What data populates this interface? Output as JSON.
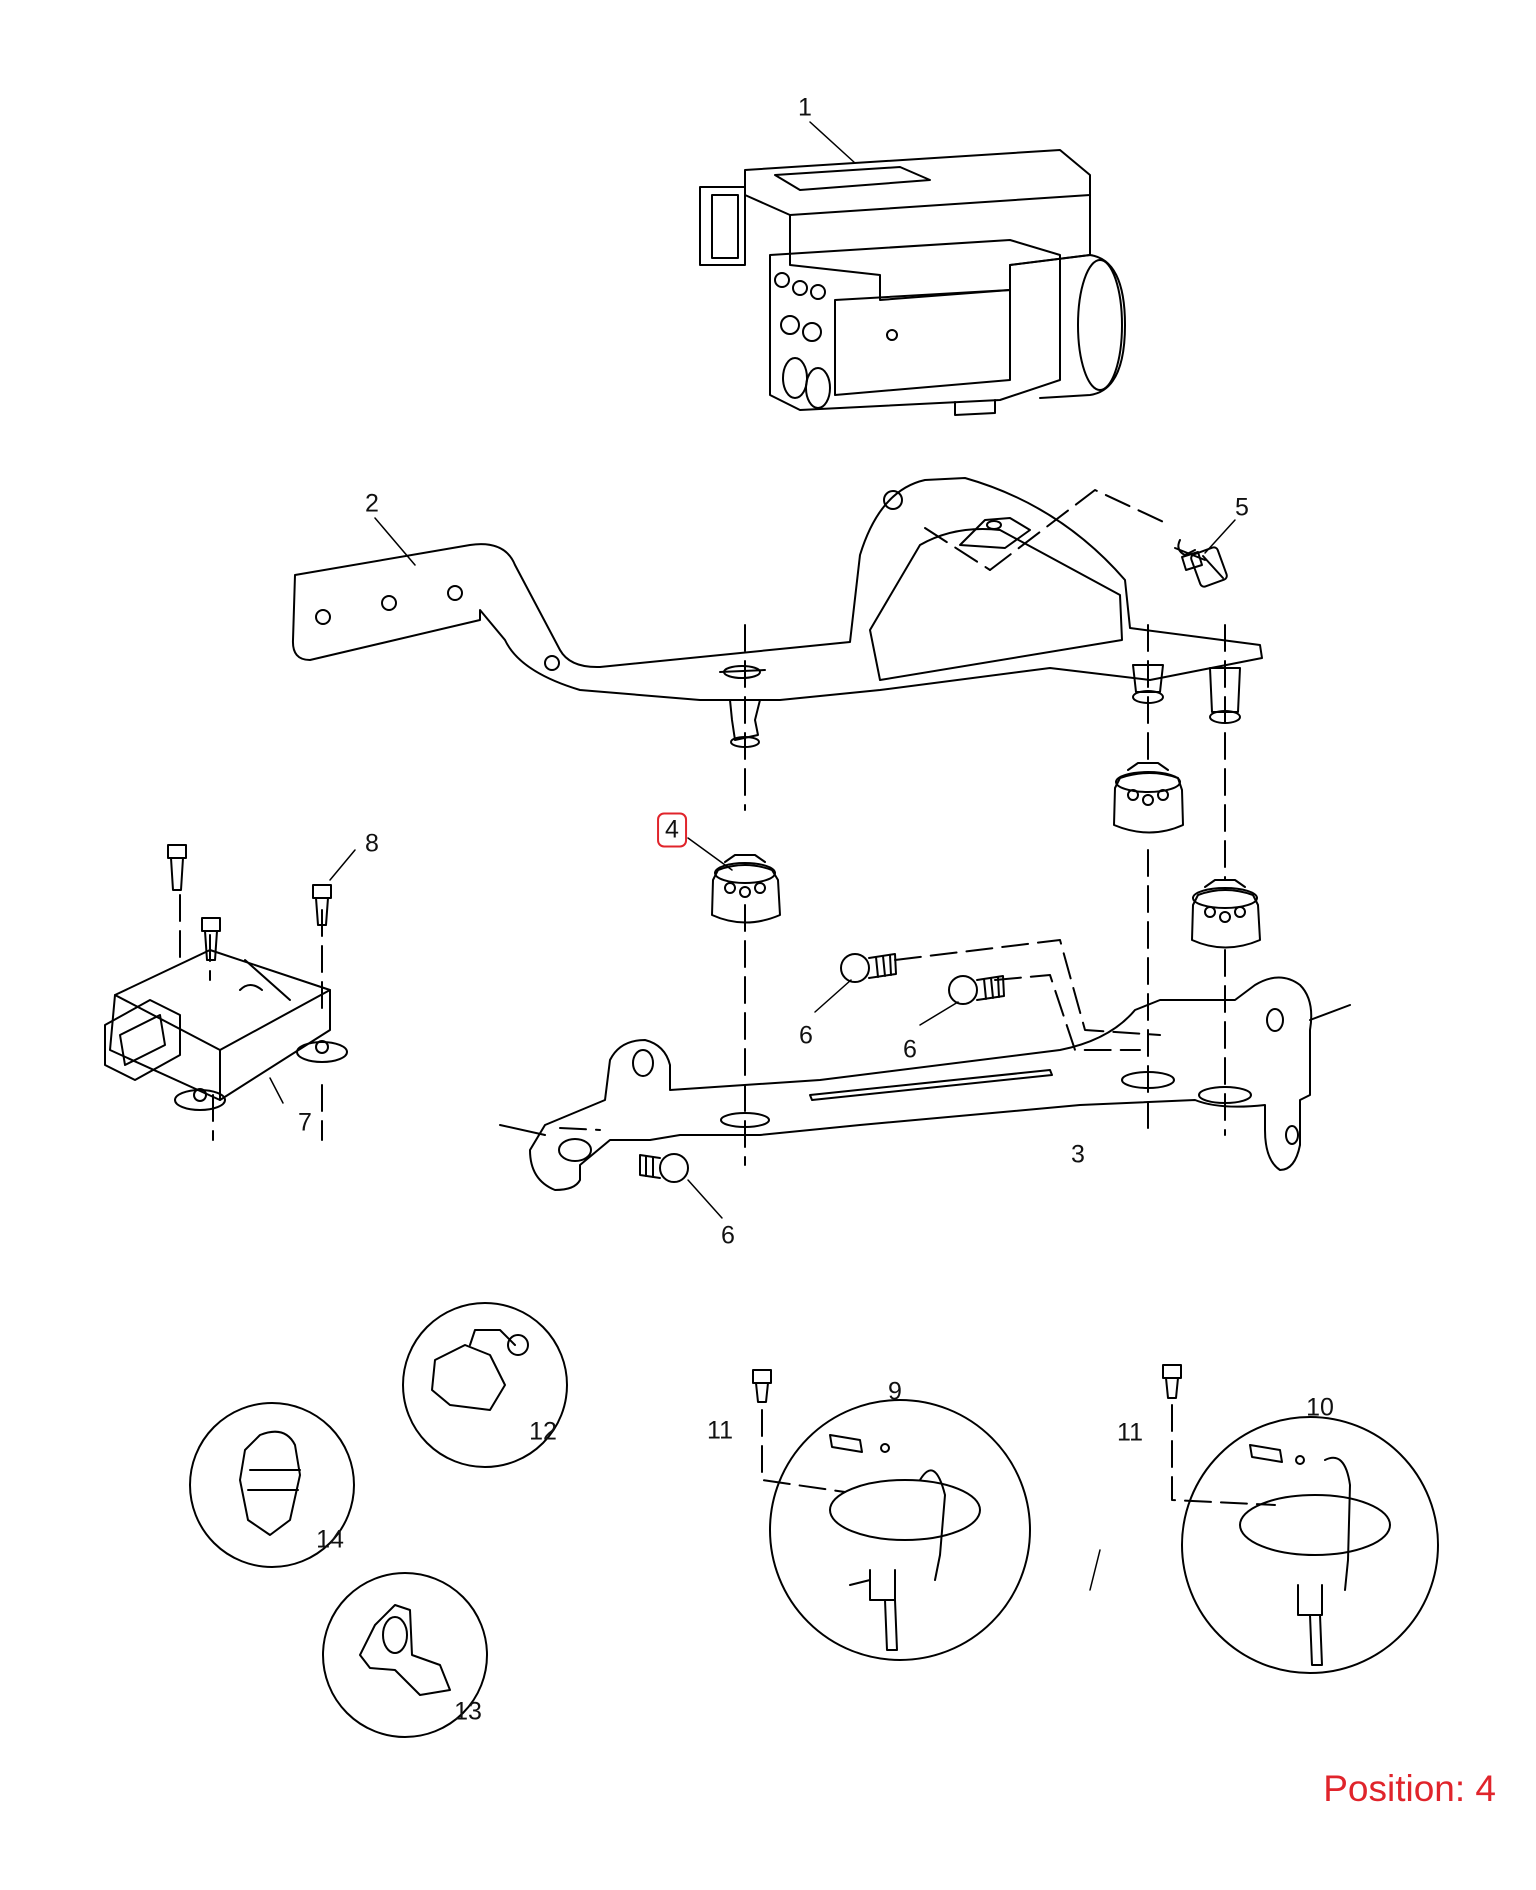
{
  "callouts": {
    "c1": "1",
    "c2": "2",
    "c3": "3",
    "c4": "4",
    "c5": "5",
    "c6a": "6",
    "c6b": "6",
    "c6c": "6",
    "c7": "7",
    "c8": "8",
    "c9": "9",
    "c10": "10",
    "c11a": "11",
    "c11b": "11",
    "c12": "12",
    "c13": "13",
    "c14": "14"
  },
  "highlighted_callout": "4",
  "position_label": "Position: 4",
  "colors": {
    "line": "#000000",
    "highlight": "#e0242b",
    "background": "#ffffff"
  }
}
